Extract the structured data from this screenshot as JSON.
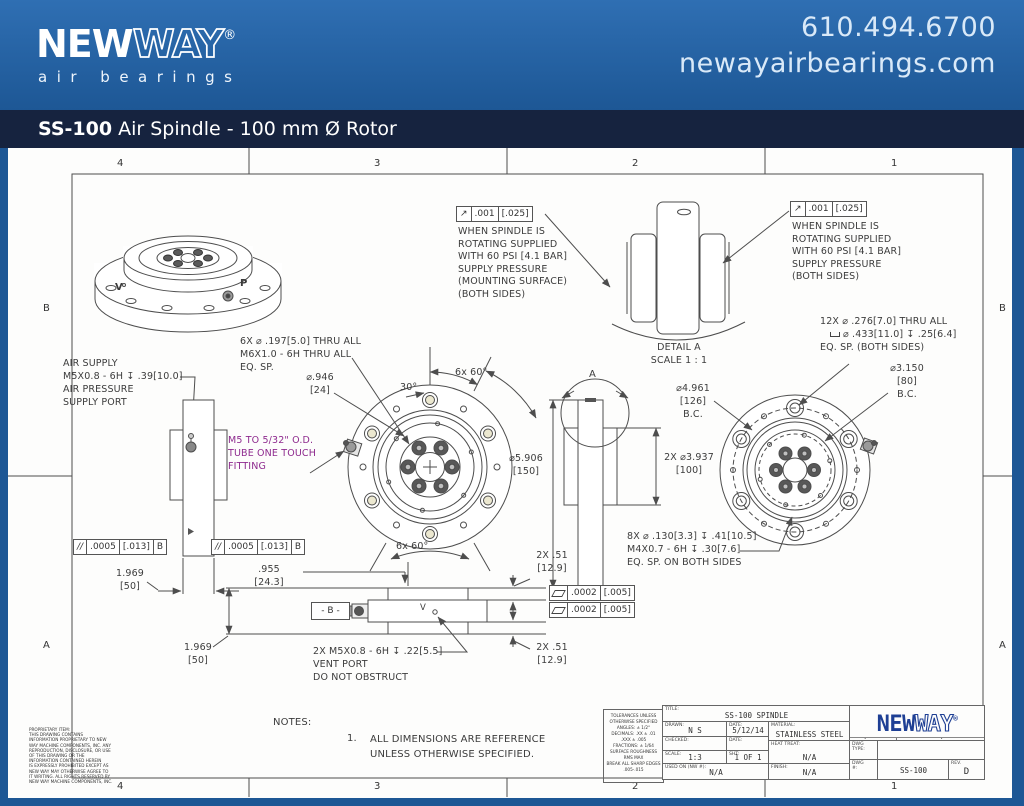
{
  "header": {
    "brand": {
      "new": "NEW",
      "way": "WAY",
      "reg": "®",
      "tagline": "air bearings"
    },
    "phone": "610.494.6700",
    "website": "newayairbearings.com"
  },
  "title_bar": {
    "model": "SS-100",
    "title": " Air Spindle - 100 mm Ø Rotor"
  },
  "zones": {
    "top": [
      "4",
      "3",
      "2",
      "1"
    ],
    "bottom": [
      "4",
      "3",
      "2",
      "1"
    ],
    "left": [
      "B",
      "A"
    ],
    "right": [
      "B",
      "A"
    ]
  },
  "drawing": {
    "iso_v": "V",
    "iso_p": "P",
    "air_supply": "AIR SUPPLY\n M5X0.8 - 6H ↧ .39[10.0]\nAIR PRESSURE\nSUPPLY PORT",
    "six_x": "6X ⌀ .197[5.0] THRU ALL\nM6X1.0 - 6H THRU ALL\nEQ. SP.",
    "dia_946": "⌀.946\n[24]",
    "angle_30": "30°",
    "angle_60_top": "6x 60°",
    "angle_60_bottom": "6x 60°",
    "fitting_note": "M5 TO 5/32\" O.D.\nTUBE ONE TOUCH\nFITTING",
    "runout_left": {
      "sym": "↗",
      "value": ".001",
      "metric": "[.025]",
      "note": "WHEN SPINDLE IS\nROTATING SUPPLIED\nWITH 60 PSI [4.1 BAR]\nSUPPLY  PRESSURE\n(MOUNTING SURFACE)\n(BOTH SIDES)"
    },
    "runout_right": {
      "sym": "↗",
      "value": ".001",
      "metric": "[.025]",
      "note": "WHEN SPINDLE IS\nROTATING SUPPLIED\nWITH 60 PSI [4.1 BAR]\nSUPPLY  PRESSURE\n(BOTH SIDES)"
    },
    "detail_a_label": "A",
    "detail_a": "DETAIL A\nSCALE 1 : 1",
    "twelve_x_line1": "12X ⌀ .276[7.0] THRU ALL",
    "twelve_x_line2": "⌀ .433[11.0] ↧ .25[6.4]",
    "twelve_x_line3": "EQ. SP. (BOTH SIDES)",
    "bc_80": "⌀3.150\n[80]\nB.C.",
    "bc_126": "⌀4.961\n[126]\nB.C.",
    "dia_150": "⌀5.906\n[150]",
    "dia_100": "2X ⌀3.937\n[100]",
    "eight_x": "8X ⌀ .130[3.3] ↧ .41[10.5]\nM4X0.7 - 6H ↧ .30[7.6]\nEQ. SP. ON BOTH SIDES",
    "parallel_frame": {
      "sym": "//",
      "value": ".0005",
      "metric": "[.013]",
      "datum": "B"
    },
    "flat_frame": {
      "value": ".0002",
      "metric": "[.005]"
    },
    "datum_b": "- B -",
    "dim_1969": "1.969\n[50]",
    "dim_955": ".955\n[24.3]",
    "dim_51": "2X  .51\n[12.9]",
    "vent": "2X M5X0.8 - 6H ↧ .22[5.5]\nVENT PORT\nDO NOT OBSTRUCT",
    "bottom_v": "V",
    "notes_heading": "NOTES:",
    "note_1_num": "1.",
    "note_1": "ALL DIMENSIONS ARE REFERENCE\nUNLESS OTHERWISE SPECIFIED."
  },
  "proprietary": "PROPRIETARY ITEM:\nTHIS DRAWING CONTAINS\nINFORMATION PROPRIETARY TO NEW\nWAY MACHINE COMPONENTS, INC. ANY\nREPRODUCTION, DISCLOSURE, OR USE\nOF THIS DRAWING OR THE\nINFORMATION CONTAINED HEREIN\nIS EXPRESSLY PROHIBITED EXCEPT AS\nNEW WAY MAY OTHERWISE AGREE TO\nIT WRITING. ALL RIGHTS RESERVED BY\nNEW WAY MACHINE COMPONENTS, INC.",
  "tolerances": "TOLERANCES UNLESS\nOTHERWISE SPECIFIED\nANGLES: ± 1/2°\nDECIMALS: .XX ± .01\n.XXX ± .005\nFRACTIONS: ± 1/64\nSURFACE ROUGHNESS\nRMS MAX\nBREAK ALL SHARP EDGES\n.005-.015",
  "title_block": {
    "title_label": "TITLE:",
    "title": "SS-100 SPINDLE",
    "drawn_label": "DRAWN:",
    "drawn": "N S",
    "date_label": "DATE:",
    "date": "5/12/14",
    "checked_label": "CHECKED:",
    "date2_label": "DATE:",
    "material_label": "MATERIAL:",
    "material": "STAINLESS STEEL",
    "heat_label": "HEAT TREAT:",
    "heat": "N/A",
    "scale_label": "SCALE:",
    "scale": "1:3",
    "sht_label": "SHT:",
    "sht": "1 OF 1",
    "used_label": "USED ON (NW #):",
    "used": "N/A",
    "finish_label": "FINISH:",
    "finish": "N/A",
    "dwg_type_label": "DWG\nTYPE:",
    "dwg_num_label": "DWG\n#:",
    "dwg_num": "SS-100",
    "rev_label": "REV.",
    "rev": "D",
    "logo": {
      "new": "NEW",
      "way": "WAY",
      "reg": "®",
      "tagline": "air bearings"
    }
  }
}
